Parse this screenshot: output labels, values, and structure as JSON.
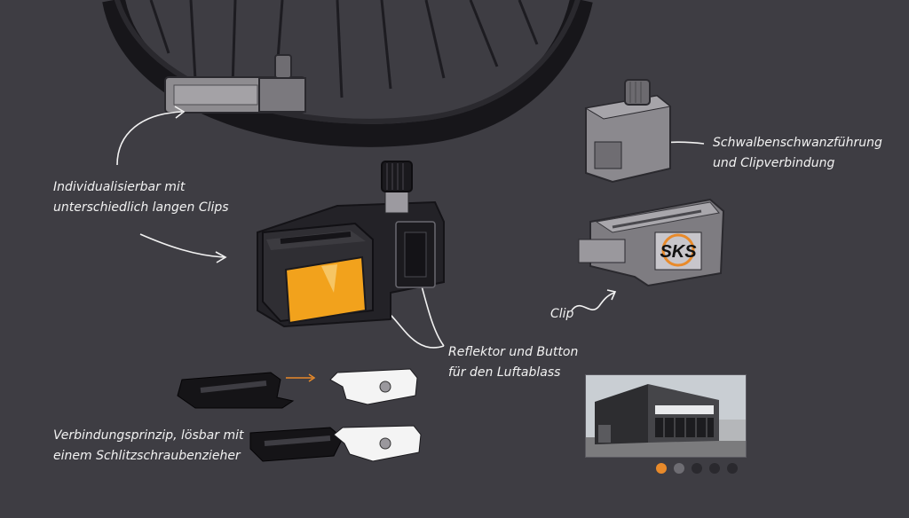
{
  "captions": {
    "custom_clips": [
      "Individualisierbar mit",
      "unterschiedlich langen Clips"
    ],
    "dovetail": [
      "Schwalbenschwanzführung",
      "und Clipverbindung"
    ],
    "clip": "Clip",
    "reflector": [
      "Reflektor und Button",
      "für den Luftablass"
    ],
    "connection": [
      "Verbindungsprinzip, lösbar mit",
      "einem Schlitzschraubenzieher"
    ]
  },
  "logo_text": "SKS",
  "slider": {
    "count": 5,
    "active_index": 0
  },
  "colors": {
    "background": "#3e3d43",
    "accent_orange": "#f2a21c",
    "caption_text": "#f2f2f2"
  }
}
